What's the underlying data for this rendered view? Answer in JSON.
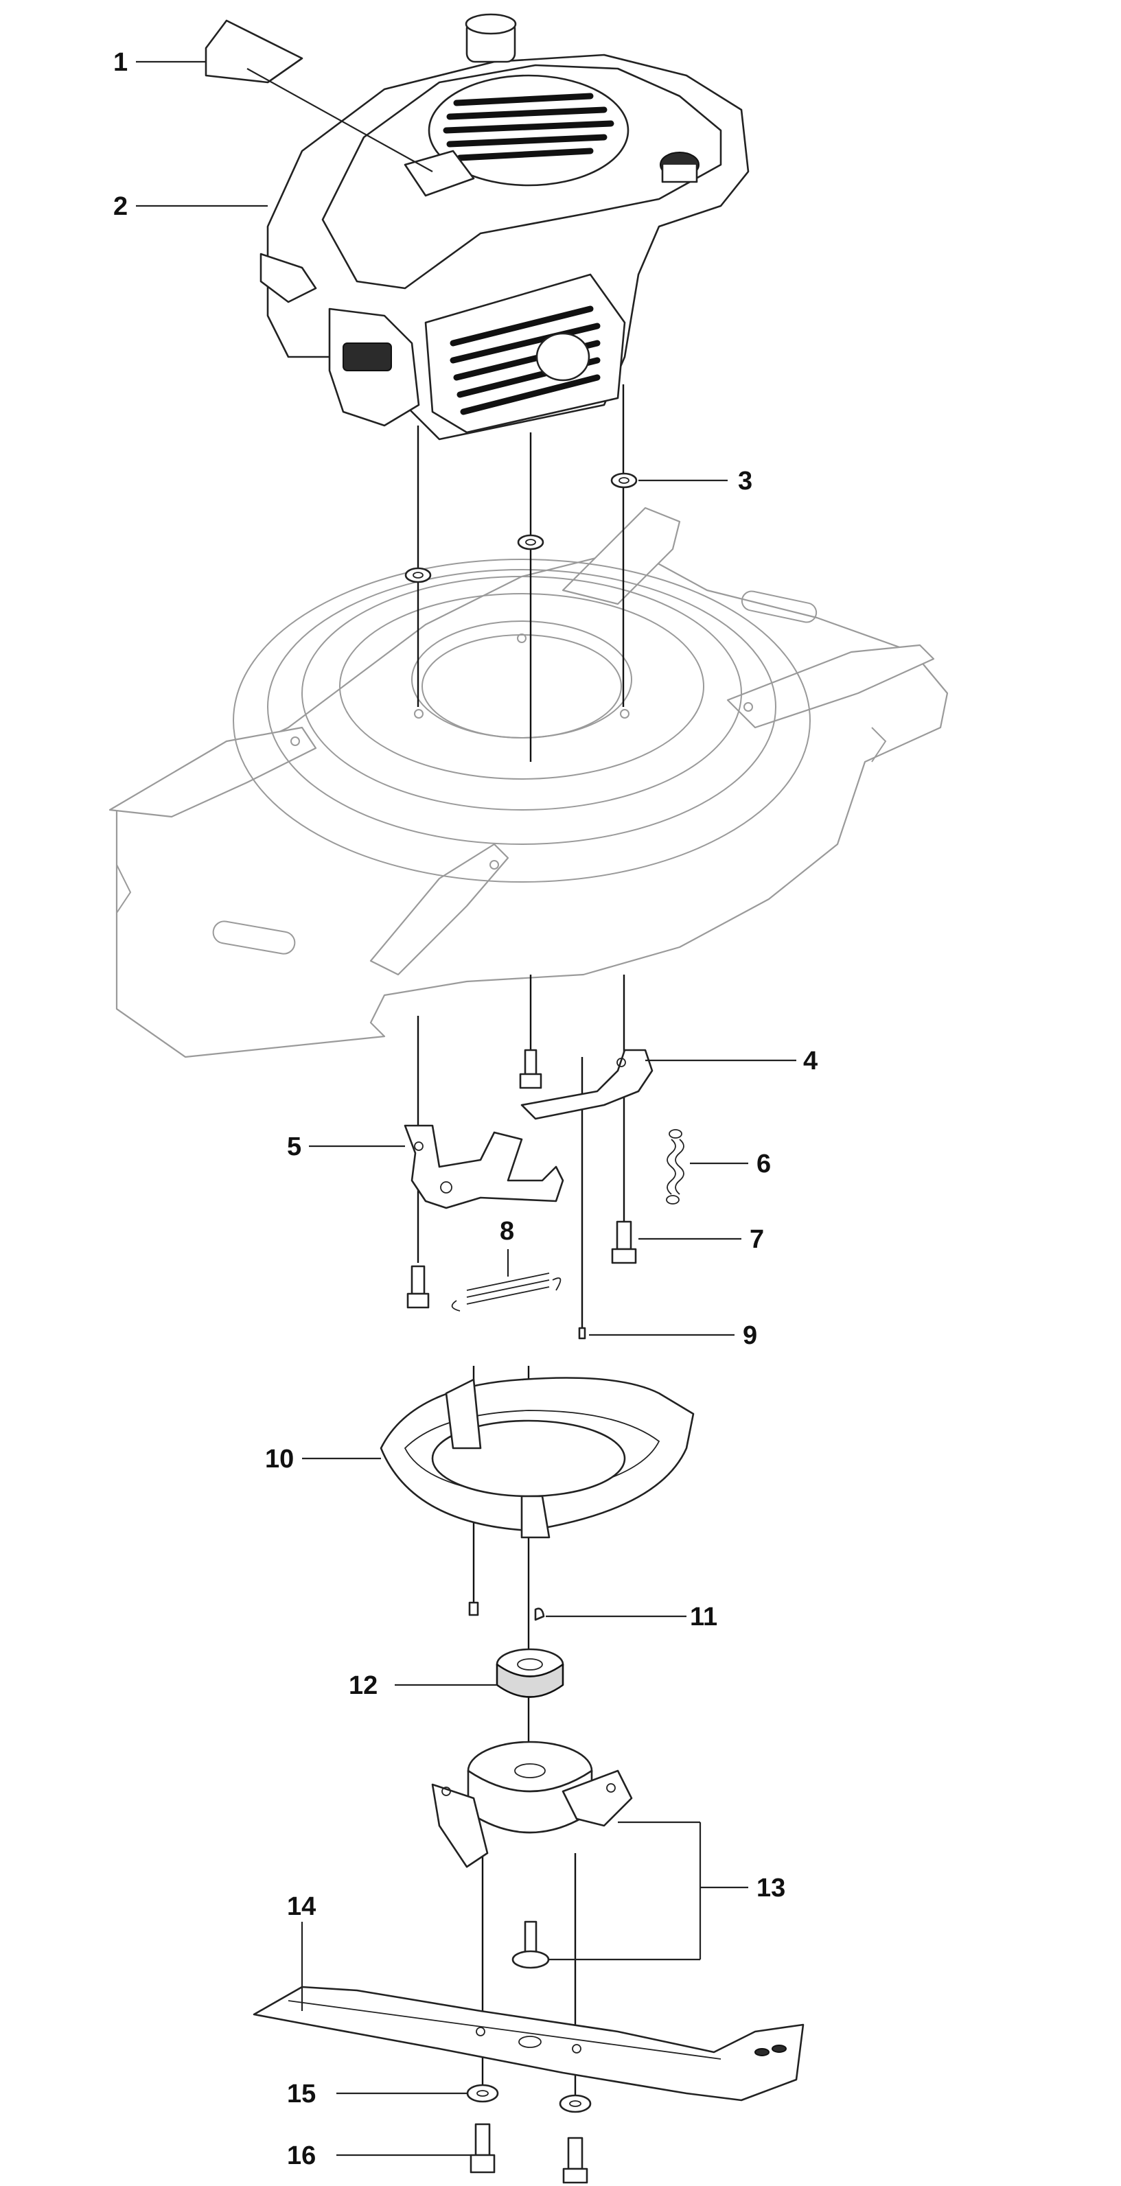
{
  "diagram": {
    "callouts": [
      {
        "id": "1",
        "label": "1"
      },
      {
        "id": "2",
        "label": "2"
      },
      {
        "id": "3",
        "label": "3"
      },
      {
        "id": "4",
        "label": "4"
      },
      {
        "id": "5",
        "label": "5"
      },
      {
        "id": "6",
        "label": "6"
      },
      {
        "id": "7",
        "label": "7"
      },
      {
        "id": "8",
        "label": "8"
      },
      {
        "id": "9",
        "label": "9"
      },
      {
        "id": "10",
        "label": "10"
      },
      {
        "id": "11",
        "label": "11"
      },
      {
        "id": "12",
        "label": "12"
      },
      {
        "id": "13",
        "label": "13"
      },
      {
        "id": "14",
        "label": "14"
      },
      {
        "id": "15",
        "label": "15"
      },
      {
        "id": "16",
        "label": "16"
      }
    ],
    "colors": {
      "line": "#222222",
      "deck_line": "#9a9a9a",
      "fill_dark": "#2b2b2b",
      "fill_grey": "#d9d9d9"
    }
  }
}
